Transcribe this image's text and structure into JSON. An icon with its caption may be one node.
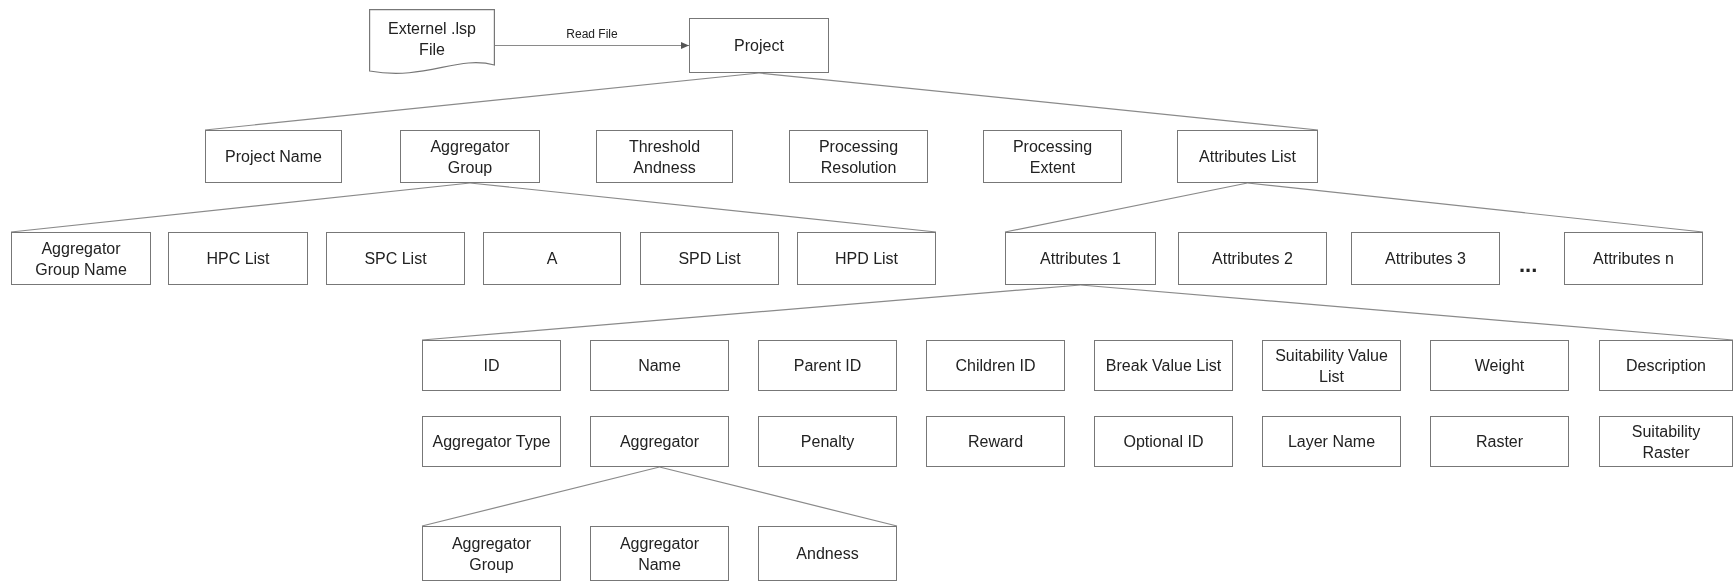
{
  "diagram": {
    "nodes": [
      {
        "text": [
          "Externel .lsp File"
        ]
      },
      {
        "text": [
          "Project"
        ]
      },
      {
        "text": [
          "Project Name"
        ]
      },
      {
        "text": [
          "Aggregator Group"
        ]
      },
      {
        "text": [
          "Threshold Andness"
        ]
      },
      {
        "text": [
          "Processing Resolution"
        ]
      },
      {
        "text": [
          "Processing Extent"
        ]
      },
      {
        "text": [
          "Attributes List"
        ]
      },
      {
        "text": [
          "Aggregator Group Name"
        ]
      },
      {
        "text": [
          "HPC List"
        ]
      },
      {
        "text": [
          "SPC List"
        ]
      },
      {
        "text": [
          "A"
        ]
      },
      {
        "text": [
          "SPD List"
        ]
      },
      {
        "text": [
          "HPD List"
        ]
      },
      {
        "text": [
          "Attributes 1"
        ]
      },
      {
        "text": [
          "Attributes 2"
        ]
      },
      {
        "text": [
          "Attributes 3"
        ]
      },
      {
        "text": [
          "Attributes n"
        ]
      },
      {
        "text": [
          "ID"
        ]
      },
      {
        "text": [
          "Name"
        ]
      },
      {
        "text": [
          "Parent ID"
        ]
      },
      {
        "text": [
          "Children ID"
        ]
      },
      {
        "text": [
          "Break Value List"
        ]
      },
      {
        "text": [
          "Suitability Value List"
        ]
      },
      {
        "text": [
          "Weight"
        ]
      },
      {
        "text": [
          "Description"
        ]
      },
      {
        "text": [
          "Aggregator Type"
        ]
      },
      {
        "text": [
          "Aggregator"
        ]
      },
      {
        "text": [
          "Penalty"
        ]
      },
      {
        "text": [
          "Reward"
        ]
      },
      {
        "text": [
          "Optional ID"
        ]
      },
      {
        "text": [
          "Layer Name"
        ]
      },
      {
        "text": [
          "Raster"
        ]
      },
      {
        "text": [
          "Suitability Raster"
        ]
      },
      {
        "text": [
          "Aggregator Group"
        ]
      },
      {
        "text": [
          "Aggregator Name"
        ]
      },
      {
        "text": [
          "Andness"
        ]
      }
    ],
    "edges": [
      {
        "from": 0,
        "to": 1,
        "arrow": "to",
        "label": "Read File"
      },
      {
        "from": 1,
        "to": 2,
        "arrow": "none"
      },
      {
        "from": 1,
        "to": 7,
        "arrow": "none"
      },
      {
        "from": 3,
        "to": 8,
        "arrow": "none"
      },
      {
        "from": 3,
        "to": 13,
        "arrow": "none"
      },
      {
        "from": 7,
        "to": 14,
        "arrow": "none"
      },
      {
        "from": 7,
        "to": 17,
        "arrow": "none"
      },
      {
        "from": 14,
        "to": 18,
        "arrow": "none"
      },
      {
        "from": 14,
        "to": 25,
        "arrow": "none"
      },
      {
        "from": 27,
        "to": 34,
        "arrow": "none"
      },
      {
        "from": 27,
        "to": 36,
        "arrow": "none"
      }
    ],
    "labels": [
      "..."
    ]
  }
}
